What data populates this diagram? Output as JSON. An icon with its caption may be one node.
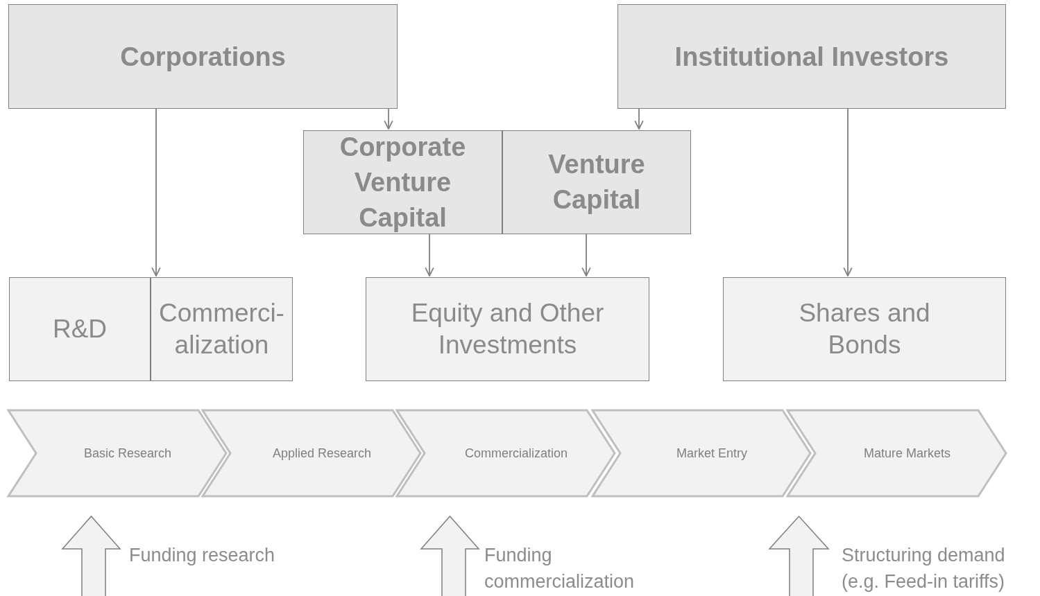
{
  "diagram": {
    "nodes": [
      {
        "text": [
          "Corporations"
        ]
      },
      {
        "text": [
          "Institutional Investors"
        ]
      },
      {
        "text": [
          "Corporate Venture Capital"
        ]
      },
      {
        "text": [
          "Venture Capital"
        ]
      },
      {
        "text": [
          "R&D"
        ]
      },
      {
        "text": [
          "Commerci-alization"
        ]
      },
      {
        "text": [
          "Equity and Other Investments"
        ]
      },
      {
        "text": [
          "Shares and Bonds"
        ]
      },
      {
        "text": [
          "Basic Research"
        ]
      },
      {
        "text": [
          "Applied Research"
        ]
      },
      {
        "text": [
          "Commercialization"
        ]
      },
      {
        "text": [
          "Market Entry"
        ]
      },
      {
        "text": [
          "Mature Markets"
        ]
      }
    ],
    "edges": [
      {
        "from": 0,
        "to": 4,
        "arrow": "to"
      },
      {
        "from": 0,
        "to": 2,
        "arrow": "to"
      },
      {
        "from": 1,
        "to": 3,
        "arrow": "to"
      },
      {
        "from": 1,
        "to": 7,
        "arrow": "to"
      },
      {
        "from": 2,
        "to": 6,
        "arrow": "to"
      },
      {
        "from": 3,
        "to": 6,
        "arrow": "to"
      }
    ],
    "labels": [
      "Funding research",
      "Funding commercialization",
      "Structuring demand (e.g. Feed-in tariffs)"
    ]
  }
}
